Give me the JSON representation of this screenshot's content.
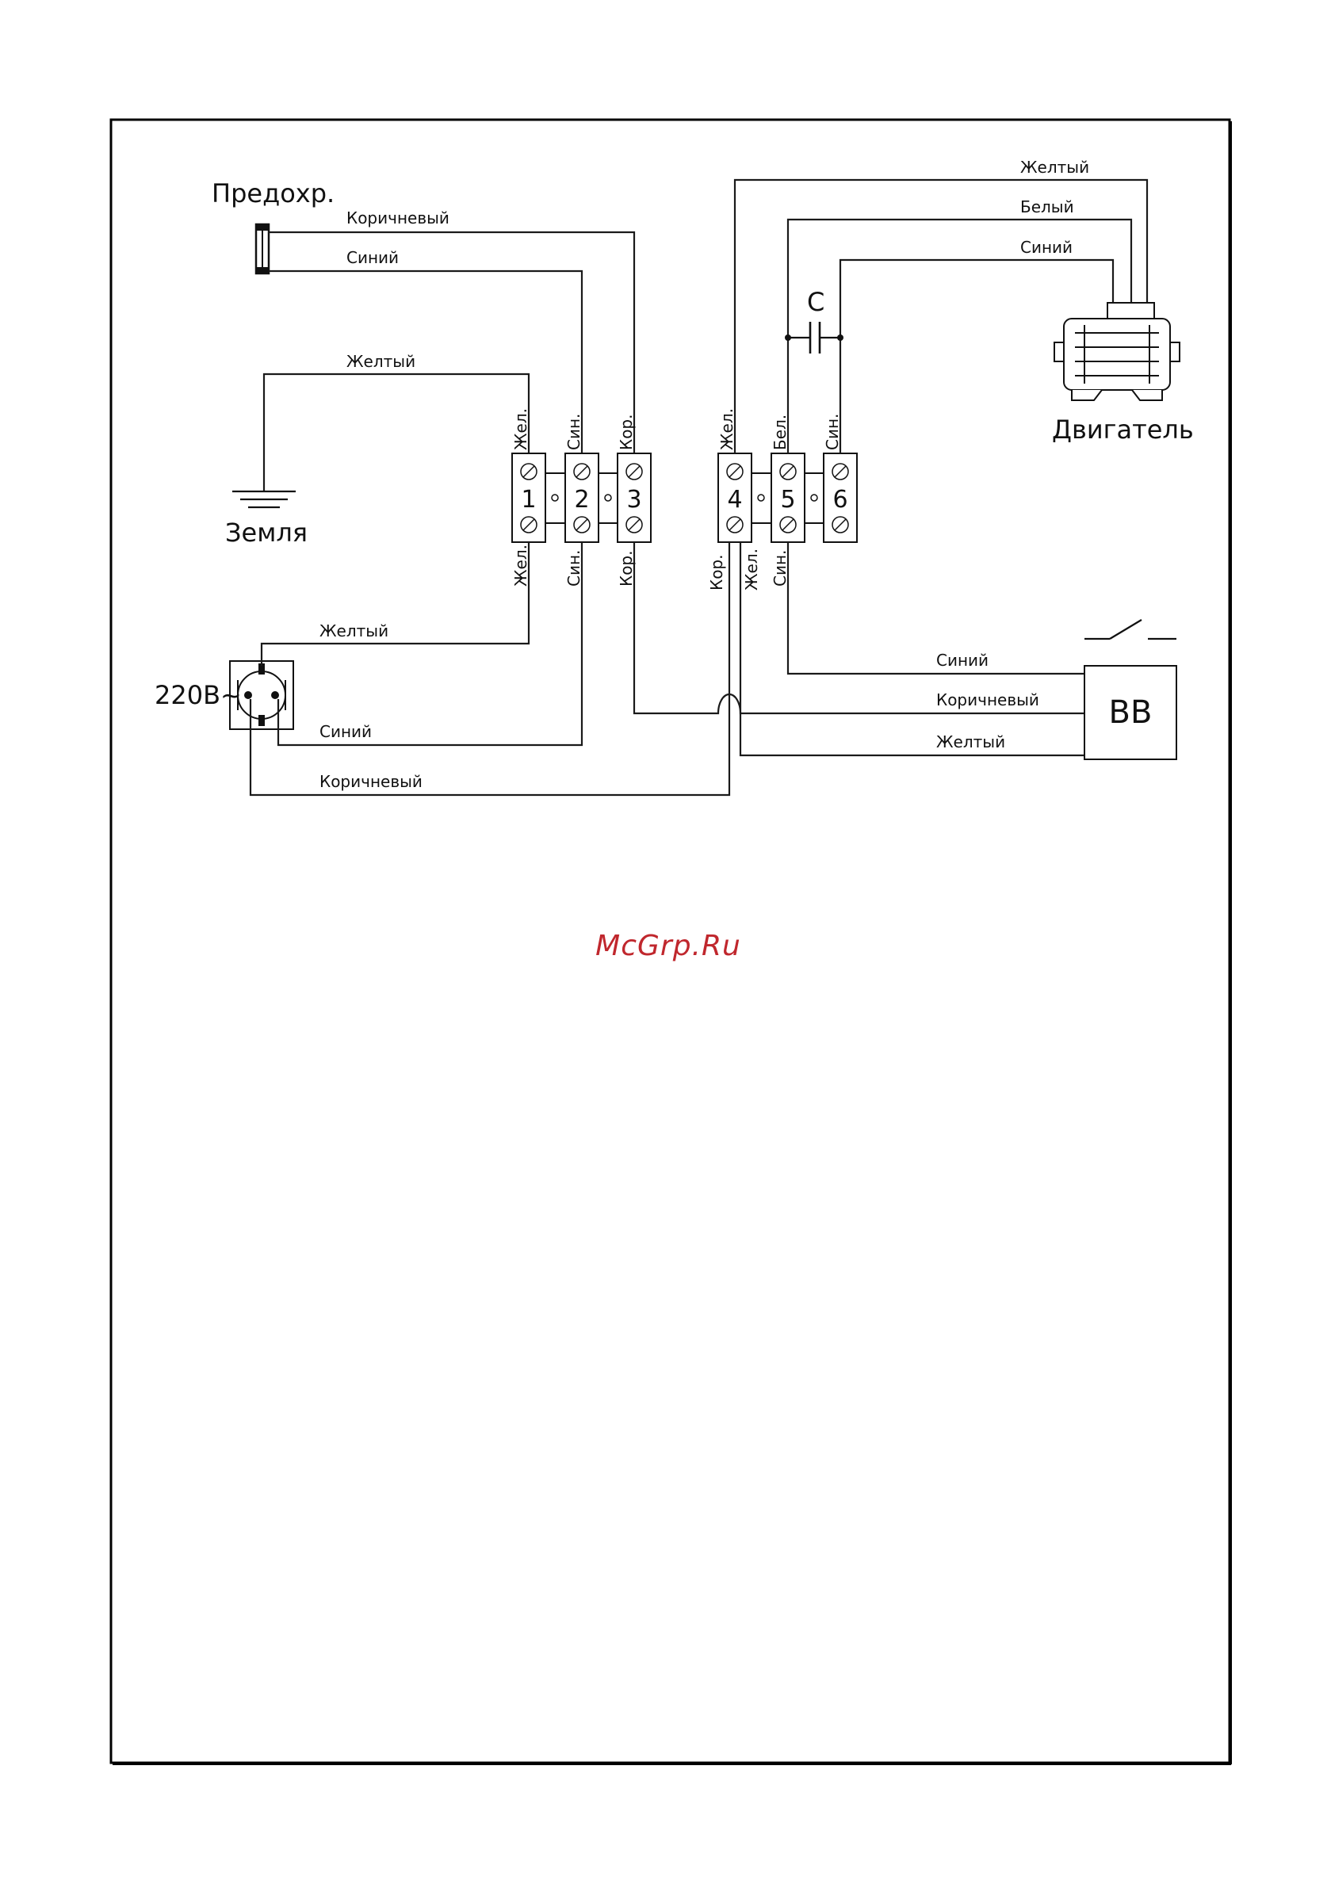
{
  "labels": {
    "fuse": "Предохр.",
    "earth": "Земля",
    "socket": "220В~",
    "motor": "Двигатель",
    "capacitor": "C",
    "switch_box": "ВВ"
  },
  "terminal_numbers": [
    "1",
    "2",
    "3",
    "4",
    "5",
    "6"
  ],
  "terminal_top_labels": [
    "Жел.",
    "Син.",
    "Кор.",
    "Жел.",
    "Бел.",
    "Син."
  ],
  "terminal_bottom_labels": [
    "Жел.",
    "Син.",
    "Кор.",
    "Кор.",
    "Жел.",
    "Син."
  ],
  "wires": {
    "fuse_brown": "Коричневый",
    "fuse_blue": "Синий",
    "earth_yellow": "Желтый",
    "motor_yellow": "Желтый",
    "motor_white": "Белый",
    "motor_blue": "Синий",
    "socket_yellow": "Желтый",
    "socket_blue": "Синий",
    "socket_brown": "Коричневый",
    "bb_blue": "Синий",
    "bb_brown": "Коричневый",
    "bb_yellow": "Желтый"
  },
  "watermark": "McGrp.Ru"
}
